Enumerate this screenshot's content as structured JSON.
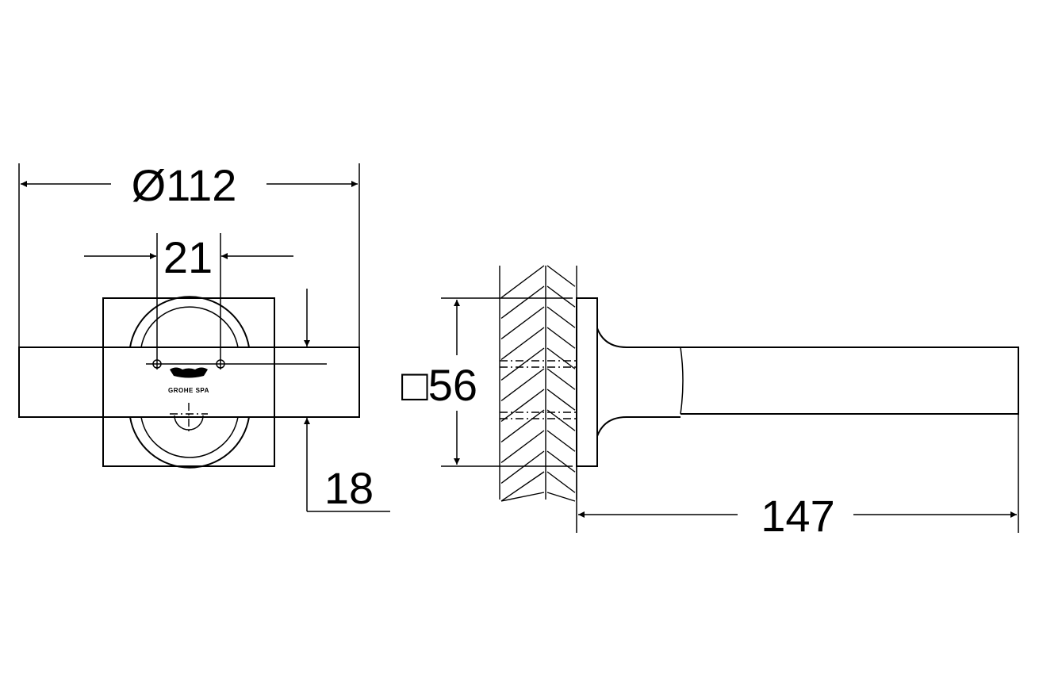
{
  "dimensions": {
    "diameter": "Ø112",
    "hole_spacing": "21",
    "projection_depth": "18",
    "rosette_square": "□56",
    "length": "147"
  },
  "logo_text": "GROHE SPA",
  "colors": {
    "line": "#000000",
    "background": "#ffffff"
  }
}
